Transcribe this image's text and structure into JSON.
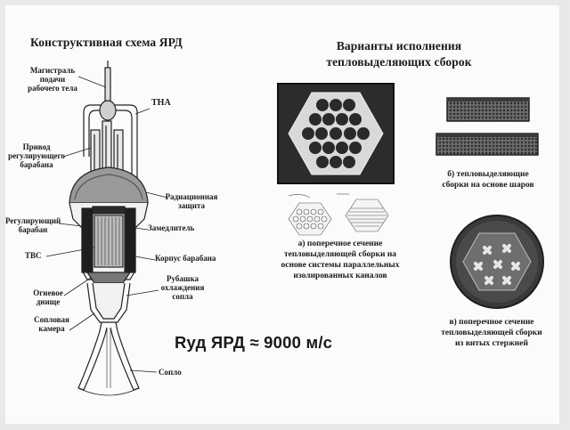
{
  "left": {
    "title": "Конструктивная схема ЯРД",
    "labels": {
      "magistral": [
        "Магистраль",
        "подачи",
        "рабочего тела"
      ],
      "tna": "ТНА",
      "privod": [
        "Привод",
        "регулирующего",
        "барабана"
      ],
      "radiation": [
        "Радиационная",
        "защита"
      ],
      "moderator": "Замедлитель",
      "reg_drum": [
        "Регулирующий",
        "барабан"
      ],
      "drum_body": "Корпус барабана",
      "tvs": "ТВС",
      "jacket": [
        "Рубашка",
        "охлаждения",
        "сопла"
      ],
      "fire_bottom": [
        "Огневое",
        "днище"
      ],
      "nozzle_chamber": [
        "Сопловая",
        "камера"
      ],
      "nozzle": "Сопло"
    }
  },
  "right": {
    "title_line1": "Варианты исполнения",
    "title_line2": "тепловыделяющих сборок",
    "caption_a": [
      "а) поперечное сечение",
      "тепловыделяющей сборки на",
      "основе системы параллельных",
      "изолированных каналов"
    ],
    "caption_b": [
      "б) тепловыделяющие",
      "сборки на основе шаров"
    ],
    "caption_c": [
      "в) поперечное сечение",
      "тепловыделяющей сборки",
      "из витых стержней"
    ]
  },
  "formula": "Rуд ЯРД ≈ 9000 м/с"
}
